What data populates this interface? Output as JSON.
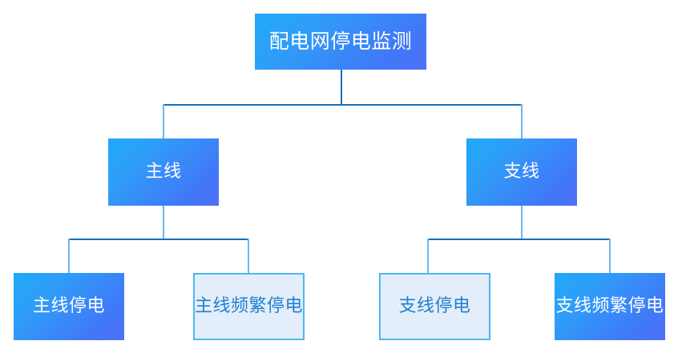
{
  "diagram": {
    "title_node": {
      "label": "配电网停电监测",
      "style": "filled"
    },
    "branches": [
      {
        "label": "主线",
        "style": "filled",
        "children": [
          {
            "label": "主线停电",
            "style": "filled"
          },
          {
            "label": "主线频繁停电",
            "style": "light"
          }
        ]
      },
      {
        "label": "支线",
        "style": "filled",
        "children": [
          {
            "label": "支线停电",
            "style": "light"
          },
          {
            "label": "支线频繁停电",
            "style": "filled"
          }
        ]
      }
    ],
    "colors": {
      "gradient_start": "#1fa9f9",
      "gradient_end": "#5170f9",
      "light_fill": "#e3eefa",
      "light_border": "#4bb8f1",
      "light_text": "#1f7fd0",
      "filled_text": "#ffffff",
      "connector": "#1a6fb5",
      "connector_soft": "#6cb8ee",
      "background": "#ffffff"
    }
  }
}
